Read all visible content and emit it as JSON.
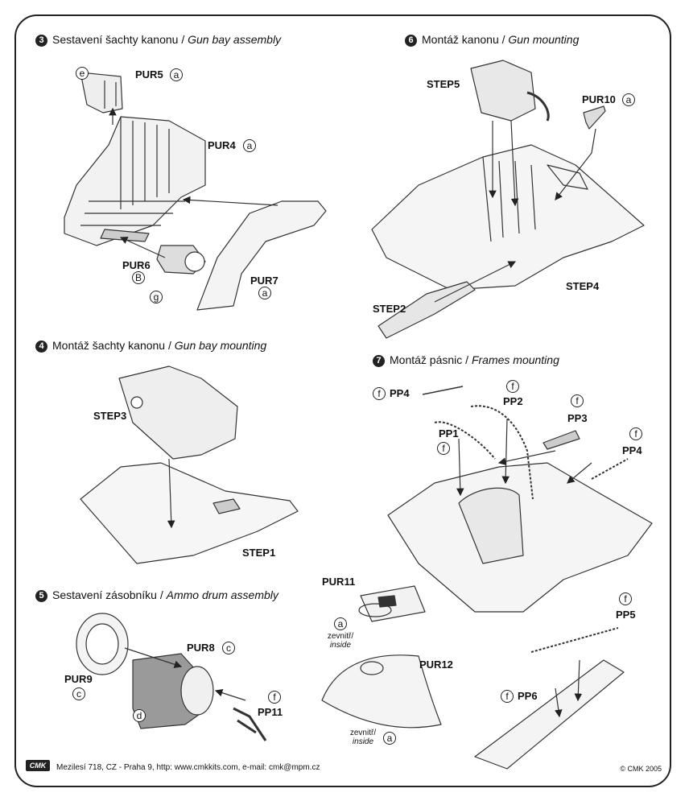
{
  "sections": [
    {
      "num": "3",
      "cz": "Sestavení šachty kanonu / ",
      "en": "Gun bay assembly"
    },
    {
      "num": "6",
      "cz": "Montáž kanonu / ",
      "en": "Gun mounting"
    },
    {
      "num": "4",
      "cz": "Montáž šachty kanonu / ",
      "en": "Gun bay mounting"
    },
    {
      "num": "7",
      "cz": "Montáž pásnic / ",
      "en": "Frames mounting"
    },
    {
      "num": "5",
      "cz": "Sestavení zásobníku / ",
      "en": "Ammo drum assembly"
    }
  ],
  "parts": {
    "pur5": "PUR5",
    "pur4": "PUR4",
    "pur6": "PUR6",
    "pur7": "PUR7",
    "step5": "STEP5",
    "pur10": "PUR10",
    "step4": "STEP4",
    "step2": "STEP2",
    "step3": "STEP3",
    "step1": "STEP1",
    "pp4a": "PP4",
    "pp2": "PP2",
    "pp3": "PP3",
    "pp1": "PP1",
    "pp4b": "PP4",
    "pur11": "PUR11",
    "pur12": "PUR12",
    "pp5": "PP5",
    "pp6": "PP6",
    "pur8": "PUR8",
    "pur9": "PUR9",
    "pp11": "PP11"
  },
  "markers": {
    "e": "e",
    "a": "a",
    "b": "B",
    "c": "c",
    "d": "d",
    "f": "f",
    "g": "g"
  },
  "notes": {
    "inside_cz": "zevnitř/",
    "inside_en": "inside"
  },
  "footer": {
    "logo": "CMK",
    "address": "Mezilesí 718, CZ - Praha 9,  http: www.cmkkits.com, e-mail: cmk@mpm.cz",
    "copyright": "© CMK 2005"
  }
}
